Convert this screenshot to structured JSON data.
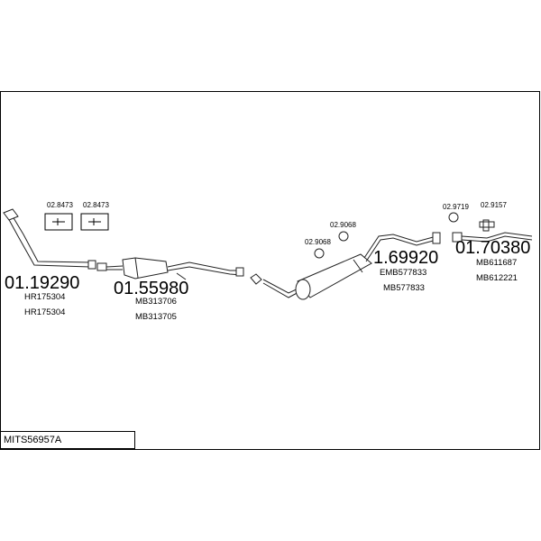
{
  "diagram_title": "MITS56957A",
  "parts": [
    {
      "number": "01.19290",
      "refs": [
        "HR175304",
        "HR175304"
      ]
    },
    {
      "number": "01.55980",
      "refs": [
        "MB313706",
        "MB313705"
      ]
    },
    {
      "number": "1.69920",
      "refs": [
        "EMB577833",
        "MB577833"
      ]
    },
    {
      "number": "01.70380",
      "refs": [
        "MB611687",
        "MB612221"
      ]
    }
  ],
  "accessories": [
    {
      "number": "02.8473"
    },
    {
      "number": "02.8473"
    },
    {
      "number": "02.9068"
    },
    {
      "number": "02.9068"
    },
    {
      "number": "02.9719"
    },
    {
      "number": "02.9157"
    }
  ]
}
